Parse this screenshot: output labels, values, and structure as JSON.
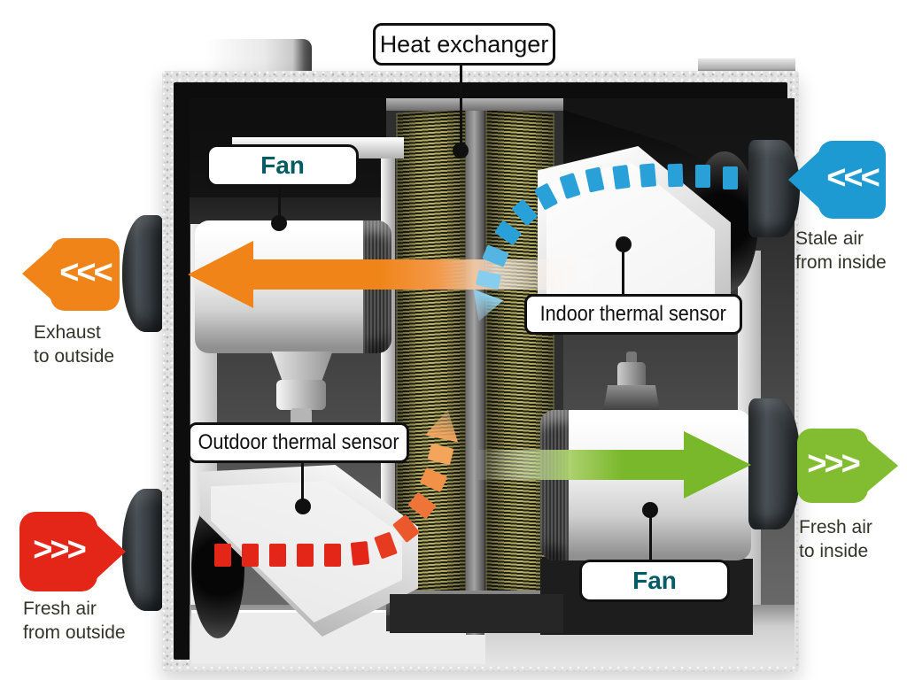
{
  "callouts": {
    "heat_exchanger": "Heat exchanger",
    "fan_exhaust": "Fan",
    "fan_supply": "Fan",
    "indoor_thermal_sensor": "Indoor thermal sensor",
    "outdoor_thermal_sensor": "Outdoor thermal sensor"
  },
  "flows": {
    "exhaust_to_outside": {
      "chevrons": "<<<",
      "caption_line1": "Exhaust",
      "caption_line2": "to outside",
      "color": "#f08419"
    },
    "fresh_air_from_outside": {
      "chevrons": ">>>",
      "caption_line1": "Fresh air",
      "caption_line2": "from outside",
      "color": "#e42619"
    },
    "stale_air_from_inside": {
      "chevrons": "<<<",
      "caption_line1": "Stale air",
      "caption_line2": "from inside",
      "color": "#1e9ad3"
    },
    "fresh_air_to_inside": {
      "chevrons": ">>>",
      "caption_line1": "Fresh air",
      "caption_line2": "to inside",
      "color": "#82bd31"
    }
  },
  "colors": {
    "exhaust_arrow": "#f08419",
    "supply_arrow": "#79b82b",
    "stale_dashes": "#29a0d8",
    "fresh_dashes": "#e42619",
    "fan_label_text": "#015c64",
    "caption_text": "#33332a",
    "heat_exchanger_core": "#b9b263"
  }
}
